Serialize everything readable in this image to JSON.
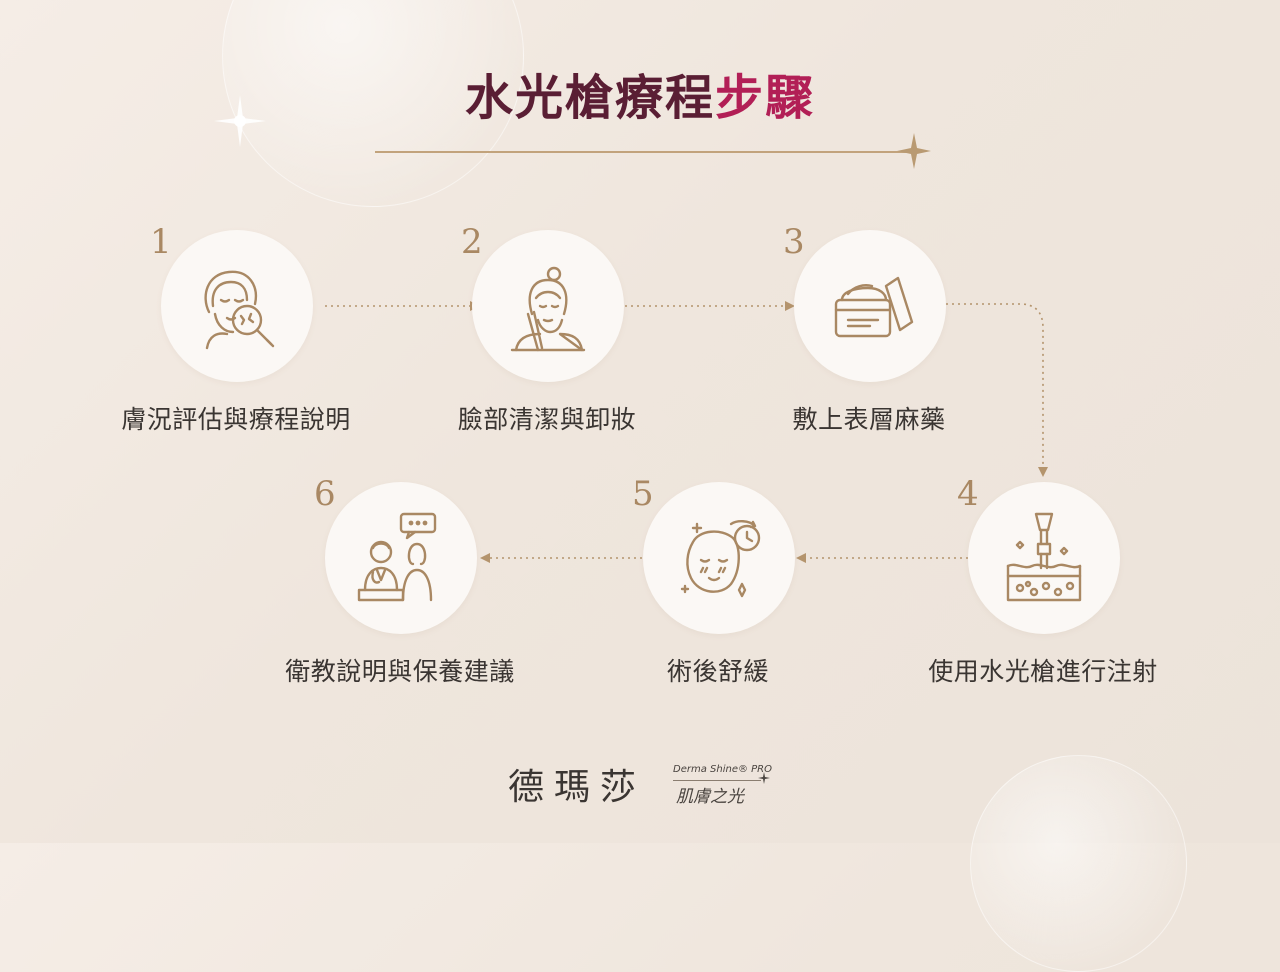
{
  "title": {
    "main": "水光槍療程",
    "accent": "步驟"
  },
  "steps": [
    {
      "number": "1",
      "label": "膚況評估與療程說明",
      "icon": "face-magnifier-icon"
    },
    {
      "number": "2",
      "label": "臉部清潔與卸妝",
      "icon": "face-cleansing-icon"
    },
    {
      "number": "3",
      "label": "敷上表層麻藥",
      "icon": "cream-jar-icon"
    },
    {
      "number": "4",
      "label": "使用水光槍進行注射",
      "icon": "skin-injection-icon"
    },
    {
      "number": "5",
      "label": "術後舒緩",
      "icon": "soothing-face-icon"
    },
    {
      "number": "6",
      "label": "衛教說明與保養建議",
      "icon": "doctor-consultation-icon"
    }
  ],
  "brand": {
    "name": "德瑪莎",
    "sub": "Derma Shine® PRO",
    "tagline": "肌膚之光"
  },
  "colors": {
    "title": "#5a1e34",
    "accent": "#b21f56",
    "gold": "#a98863",
    "line": "#c2a37c"
  }
}
